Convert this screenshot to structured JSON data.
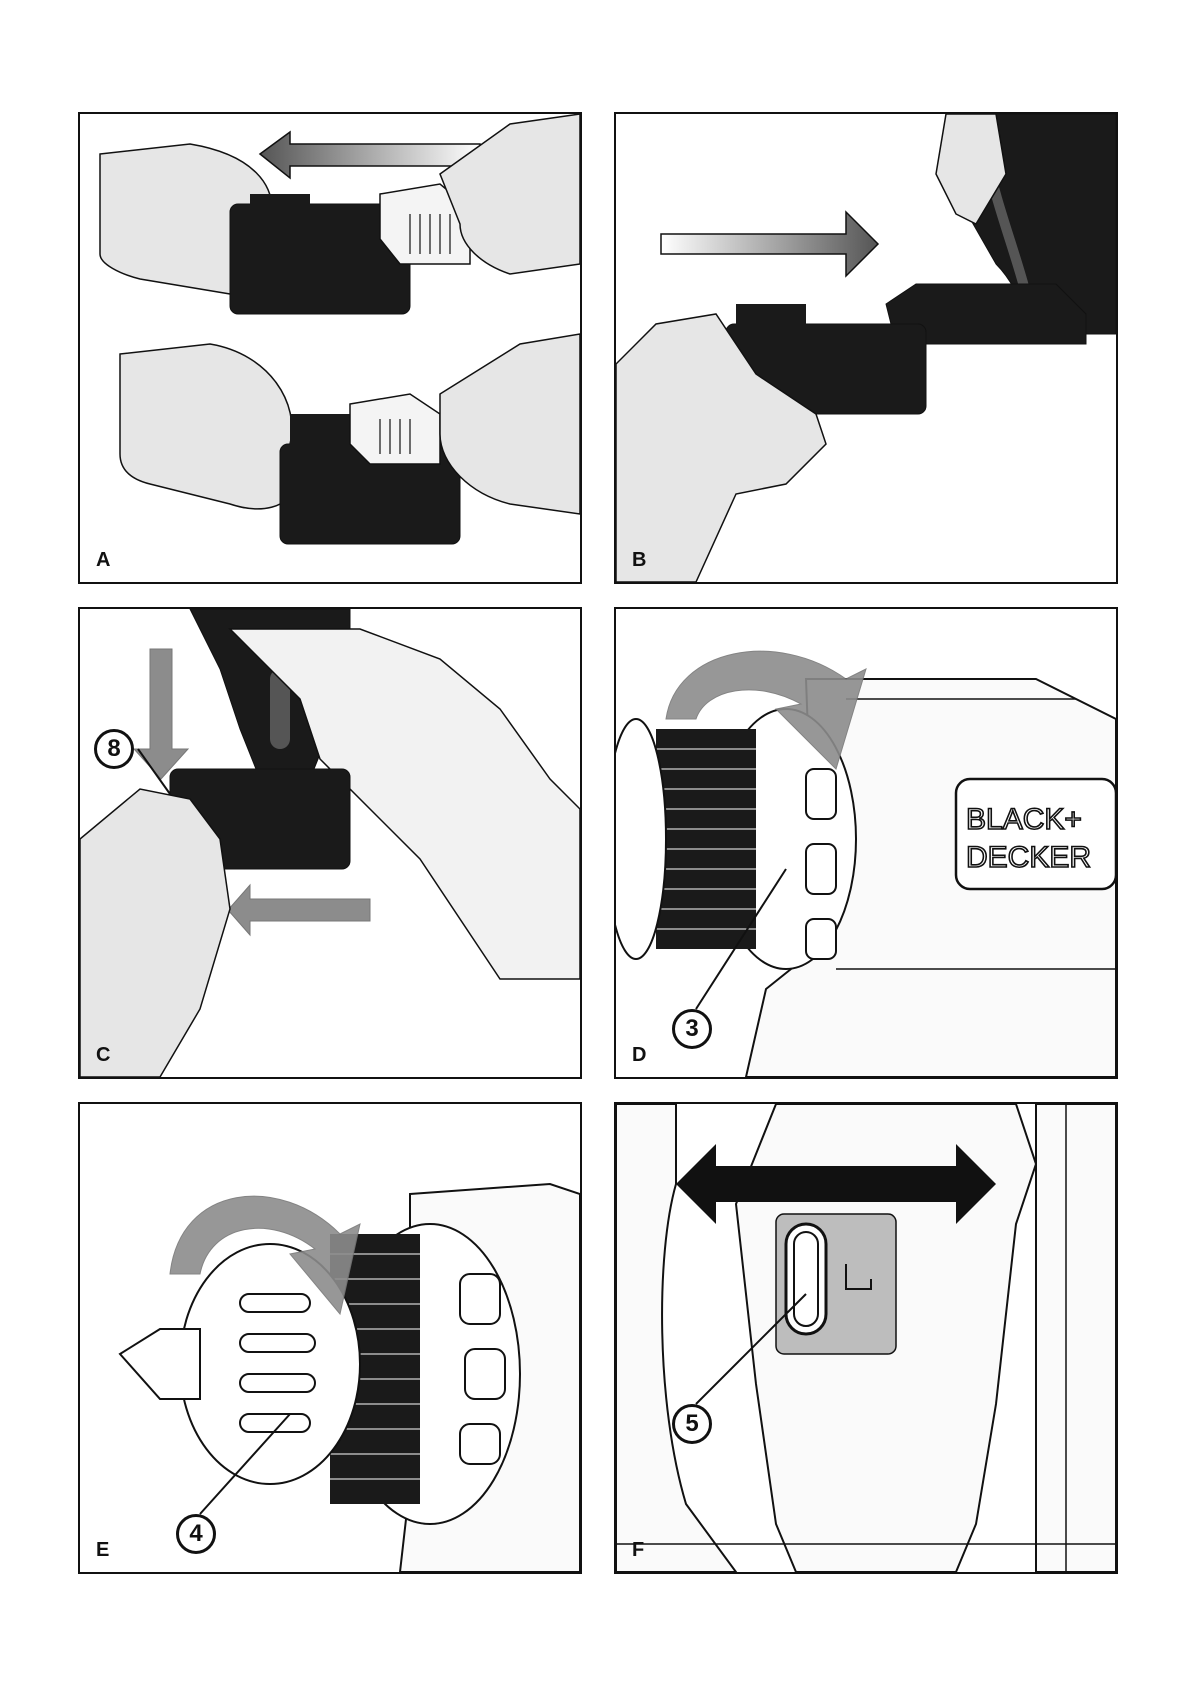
{
  "panels": [
    {
      "label": "A"
    },
    {
      "label": "B"
    },
    {
      "label": "C",
      "callout": "8"
    },
    {
      "label": "D",
      "callout": "3",
      "brand_line1": "BLACK+",
      "brand_line2": "DECKER"
    },
    {
      "label": "E",
      "callout": "4"
    },
    {
      "label": "F",
      "callout": "5"
    }
  ],
  "colors": {
    "ink": "#111111",
    "skin": "#e6e6e6",
    "battery": "#1a1a1a",
    "arrow_gray": "#8c8c8c",
    "arrow_dark": "#111111",
    "switch_gray": "#bdbdbd"
  }
}
